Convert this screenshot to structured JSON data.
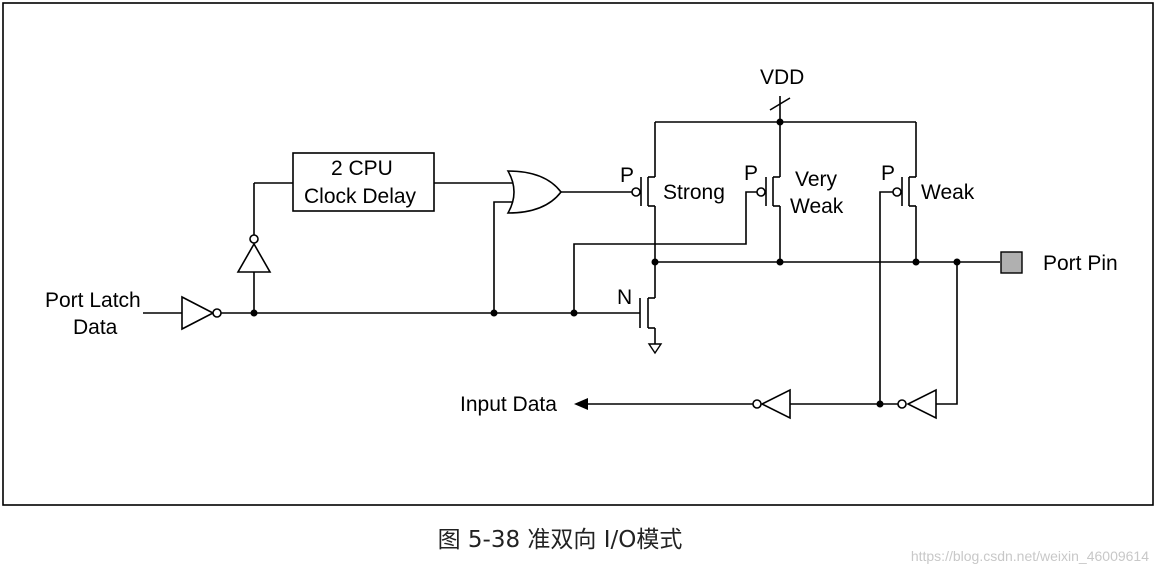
{
  "labels": {
    "vdd": "VDD",
    "delay_line1": "2 CPU",
    "delay_line2": "Clock Delay",
    "port_latch_line1": "Port Latch",
    "port_latch_line2": "Data",
    "p_strong": "P",
    "strong": "Strong",
    "p_very_weak": "P",
    "very": "Very",
    "weak_of_very": "Weak",
    "p_weak": "P",
    "weak": "Weak",
    "n_fet": "N",
    "port_pin": "Port Pin",
    "input_data": "Input Data"
  },
  "caption": "图 5-38 准双向 I/O模式",
  "watermark": "https://blog.csdn.net/weixin_46009614",
  "colors": {
    "port_pin_fill": "#b0b0b0"
  }
}
